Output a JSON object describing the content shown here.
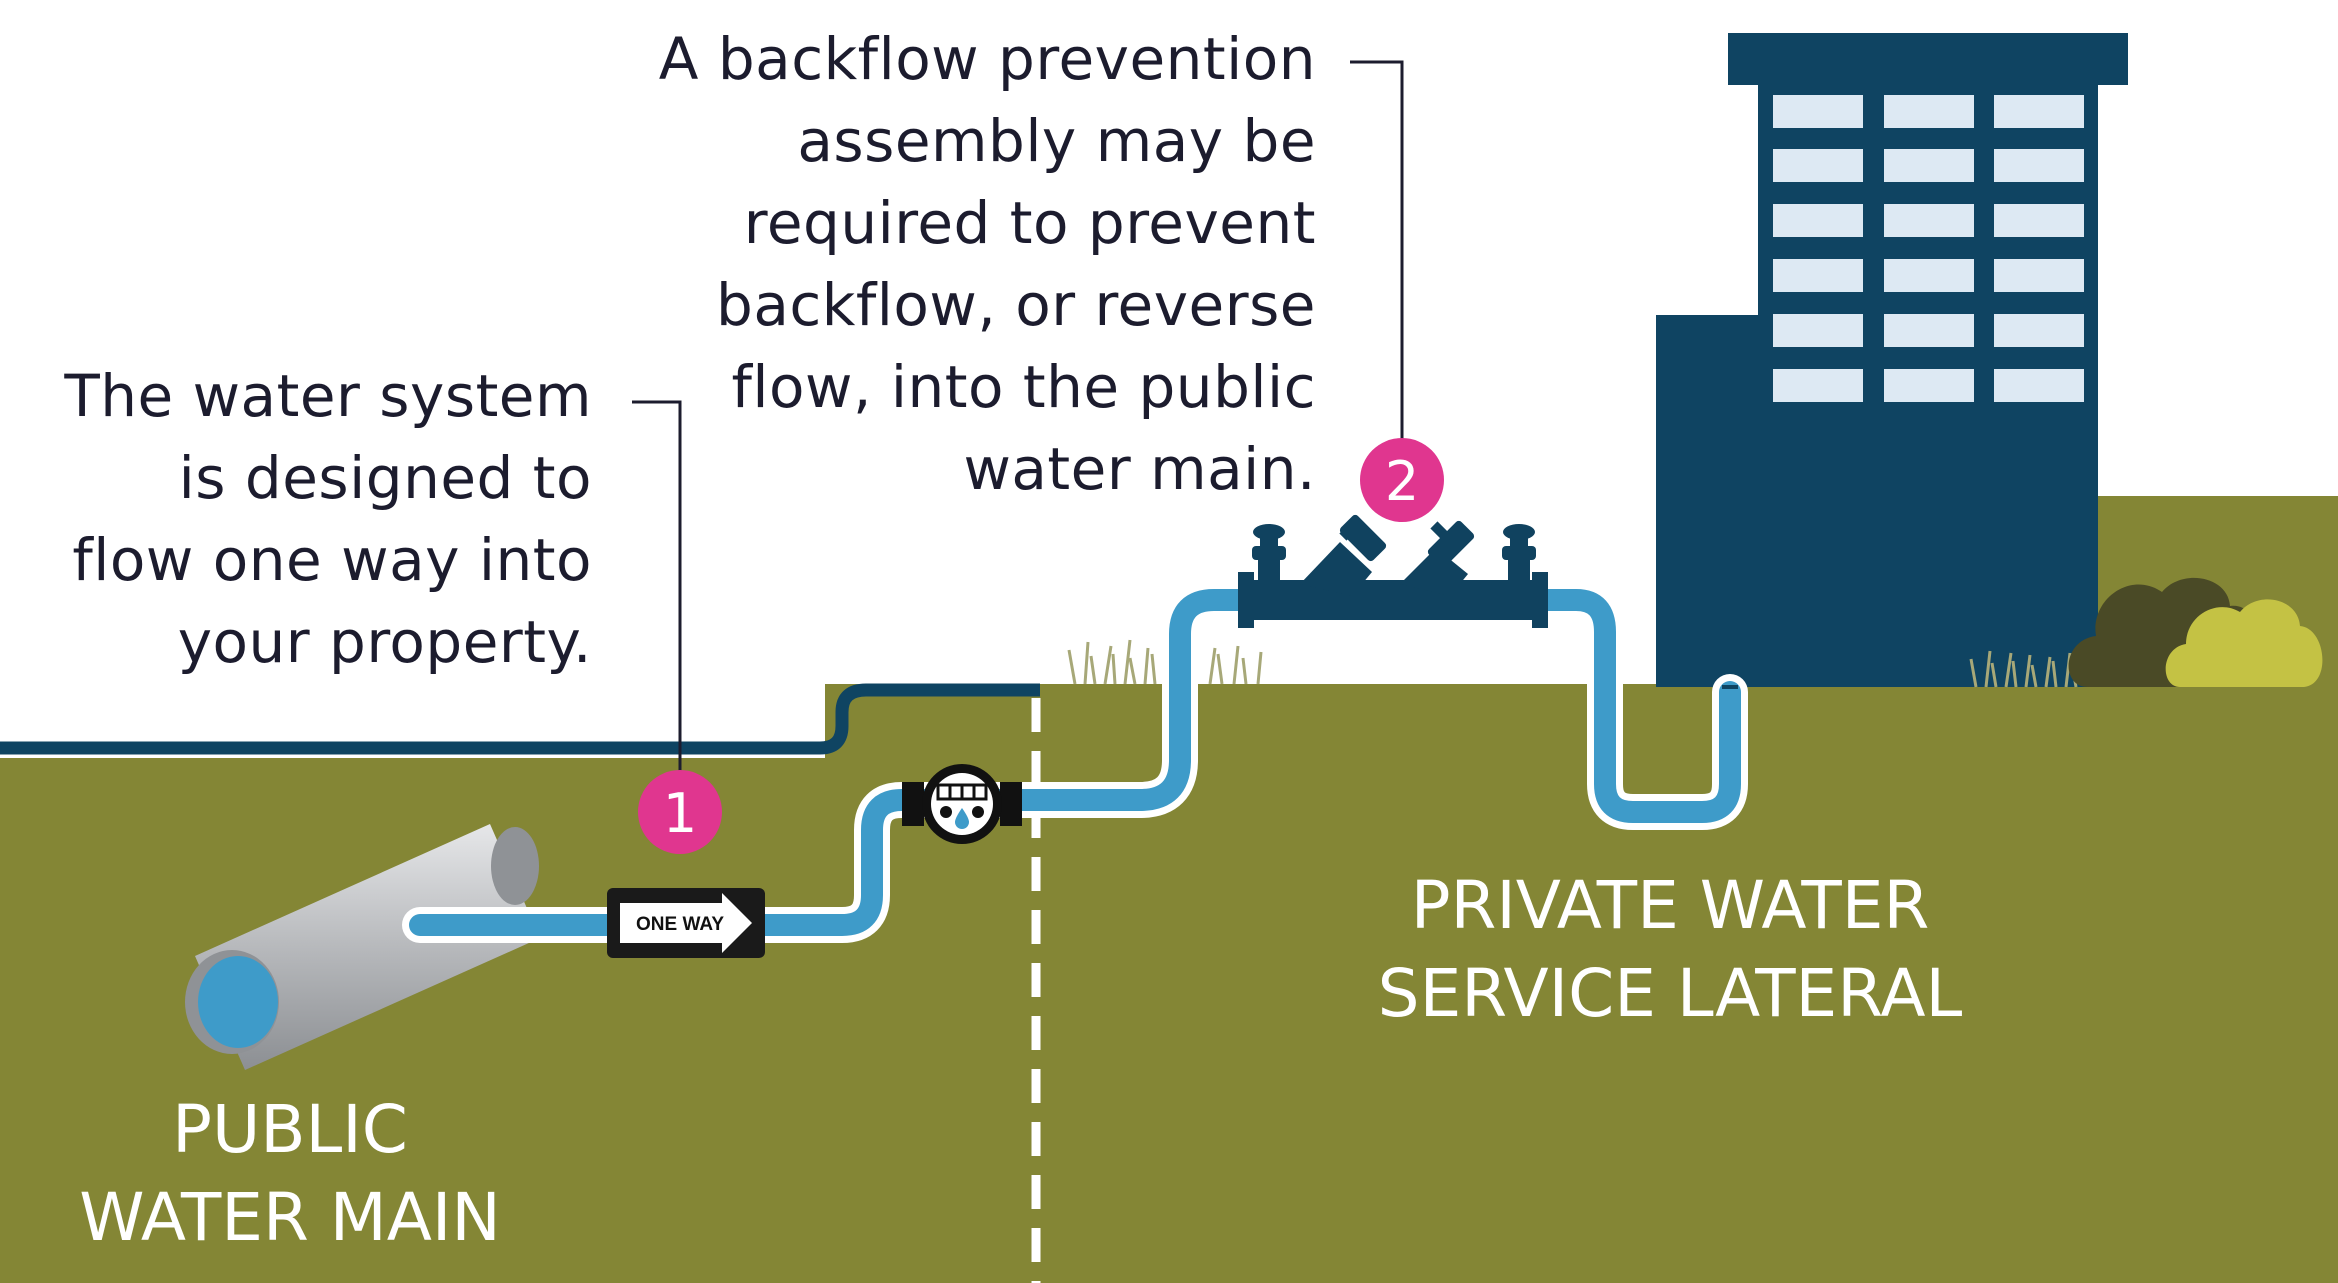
{
  "callouts": [
    {
      "lines": [
        "The water system",
        "is designed to",
        "flow one way into",
        "your property."
      ]
    },
    {
      "lines": [
        "A backflow prevention",
        "assembly may be",
        "required to prevent",
        "backflow, or reverse",
        "flow, into the public",
        "water main."
      ]
    }
  ],
  "badges": [
    "1",
    "2"
  ],
  "labels": {
    "public_main": [
      "PUBLIC",
      "WATER MAIN"
    ],
    "private_lateral": [
      "PRIVATE WATER",
      "SERVICE LATERAL"
    ]
  },
  "sign": {
    "text": "ONE WAY"
  },
  "colors": {
    "ground": "#848635",
    "building": "#0f4462",
    "window": "#dde9f3",
    "pipe_blue": "#3e9bc9",
    "pipe_outline": "#ffffff",
    "main_gray": "#a5a7aa",
    "badge_pink": "#e0368f",
    "assembly_navy": "#10425f",
    "bush_dark": "#4a4a26",
    "bush_light": "#c4c244",
    "grass": "#a7a878",
    "text_dark": "#1c1c2e"
  }
}
